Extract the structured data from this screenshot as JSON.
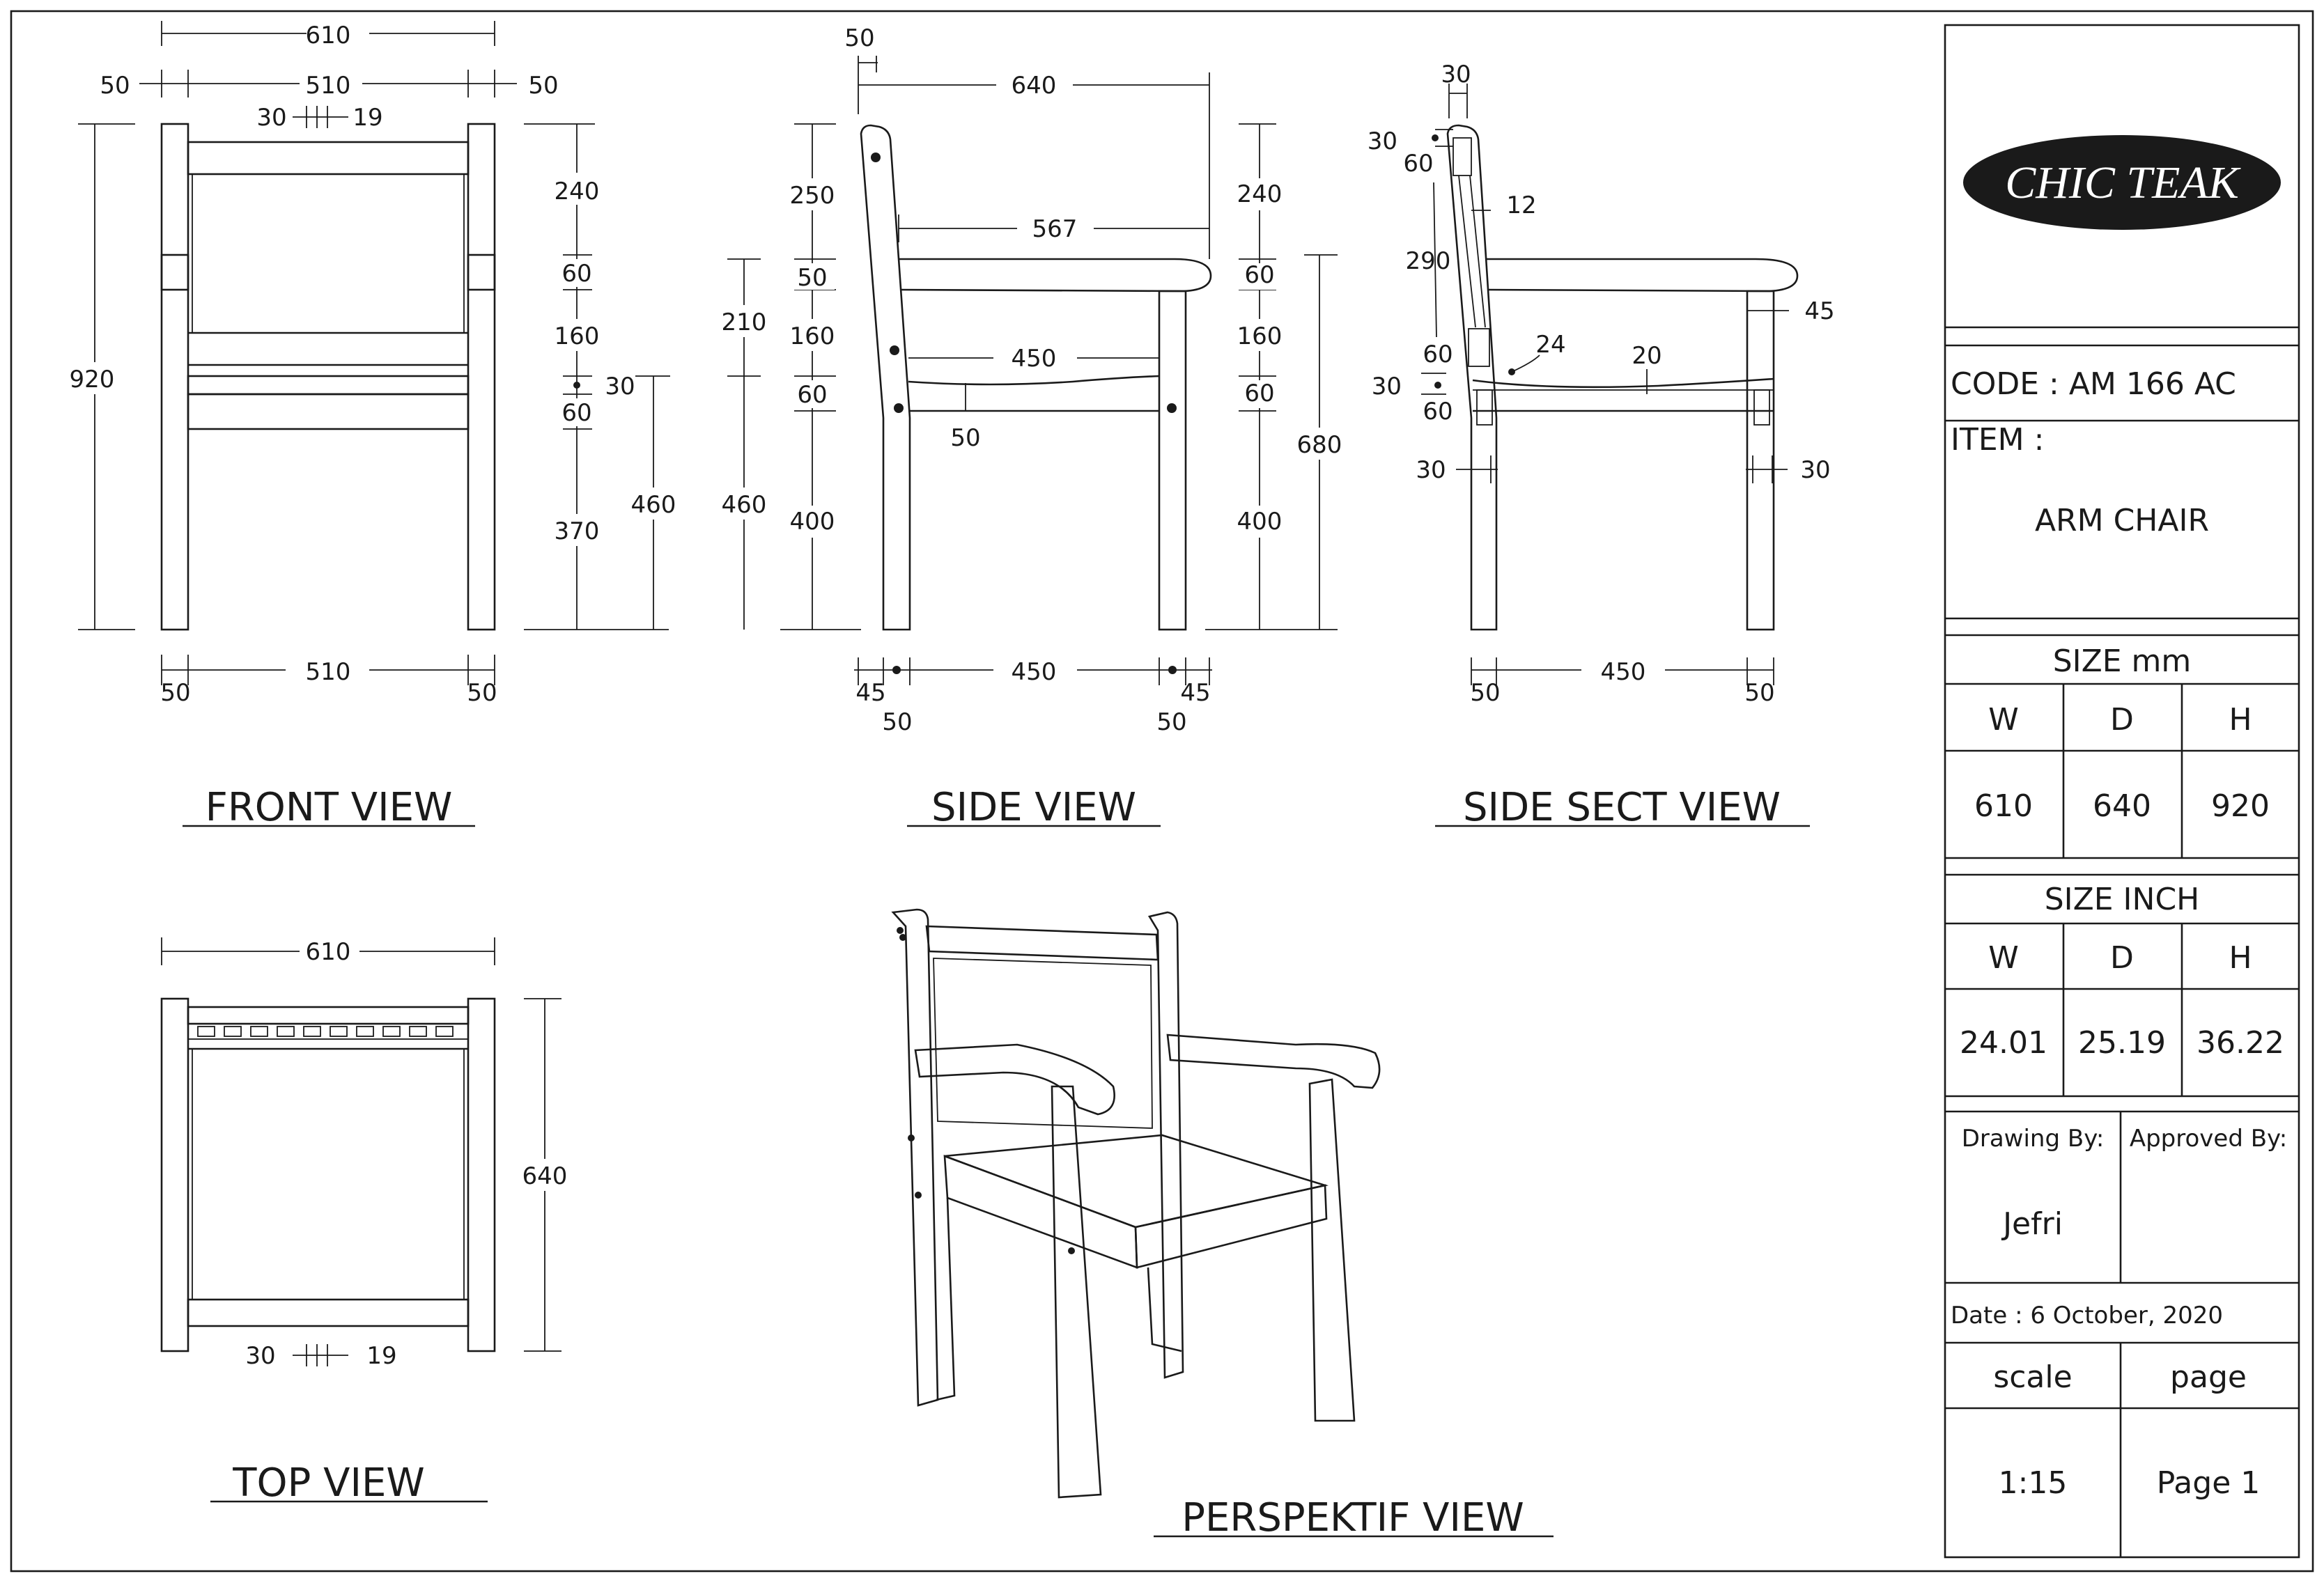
{
  "front_view": {
    "title": "FRONT VIEW",
    "dims": {
      "overall_width": "610",
      "leg_left": "50",
      "inner_width": "510",
      "leg_right": "50",
      "slat": "30",
      "gap": "19",
      "height": "920",
      "backrest": "240",
      "upper_rail": "60",
      "back_gap": "160",
      "seat_thk": "30",
      "lower_rail": "60",
      "leg_height": "370",
      "seat_height": "460",
      "bottom_inner": "510",
      "bottom_leg_left": "50",
      "bottom_leg_right": "50"
    }
  },
  "side_view": {
    "title": "SIDE VIEW",
    "dims": {
      "back_thk": "50",
      "overall_depth": "640",
      "arm_length": "567",
      "back_top": "250",
      "arm_thk": "50",
      "arm_gap": "160",
      "seat_rail": "60",
      "back_leg": "400",
      "arm_height": "210",
      "seat_height": "460",
      "seat_depth": "450",
      "rail_thk": "50",
      "r_backrest": "240",
      "r_arm": "60",
      "r_gap": "160",
      "r_rail": "60",
      "r_leg": "400",
      "overall_arm_height": "680",
      "bottom_depth": "450",
      "bottom_left_45": "45",
      "bottom_right_45": "45",
      "bottom_left_50": "50",
      "bottom_right_50": "50"
    }
  },
  "side_sect_view": {
    "title": "SIDE SECT VIEW",
    "dims": {
      "top_30": "30",
      "l30": "30",
      "l60": "60",
      "l290": "290",
      "l60b": "60",
      "l30b": "30",
      "l60c": "60",
      "d12": "12",
      "d24": "24",
      "d20": "20",
      "d45": "45",
      "leg_left": "30",
      "leg_right": "30",
      "bottom_depth": "450",
      "bottom_left": "50",
      "bottom_right": "50"
    }
  },
  "top_view": {
    "title": "TOP VIEW",
    "dims": {
      "width": "610",
      "depth": "640",
      "slat": "30",
      "gap": "19"
    }
  },
  "perspective_view": {
    "title": "PERSPEKTIF VIEW"
  },
  "title_block": {
    "logo": "CHIC TEAK",
    "code": "CODE : AM 166 AC",
    "item_label": "ITEM :",
    "item_value": "ARM CHAIR",
    "size_mm_label": "SIZE mm",
    "size_mm": {
      "w_label": "W",
      "d_label": "D",
      "h_label": "H",
      "w": "610",
      "d": "640",
      "h": "920"
    },
    "size_inch_label": "SIZE INCH",
    "size_inch": {
      "w_label": "W",
      "d_label": "D",
      "h_label": "H",
      "w": "24.01",
      "d": "25.19",
      "h": "36.22"
    },
    "drawing_by_label": "Drawing By:",
    "drawing_by": "Jefri",
    "approved_by_label": "Approved By:",
    "approved_by": "",
    "date": "Date : 6 October, 2020",
    "scale_label": "scale",
    "scale": "1:15",
    "page_label": "page",
    "page": "Page 1"
  },
  "colors": {
    "line": "#1a1a1a",
    "paper": "#ffffff",
    "logo_fill": "#1a1a1a",
    "logo_text": "#ffffff"
  }
}
